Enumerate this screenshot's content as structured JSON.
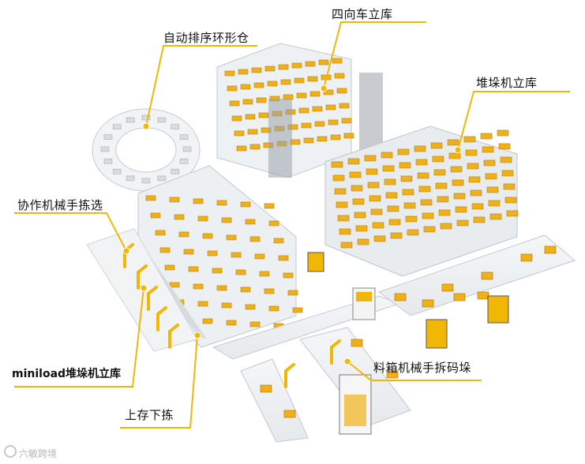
{
  "labels": {
    "four_way_shuttle": "四向车立库",
    "auto_sort_ring": "自动排序环形仓",
    "stacker_warehouse": "堆垛机立库",
    "cobot_picking": "协作机械手拣选",
    "miniload": "miniload堆垛机立库",
    "store_pick": "上存下拣",
    "bin_depalletizing": "料箱机械手拆码垛"
  },
  "watermark": "六敏跨境",
  "colors": {
    "accent": "#f2b705",
    "bin": "#f0b01a",
    "rack": "#b9c0c8",
    "steel": "#8d959e"
  }
}
